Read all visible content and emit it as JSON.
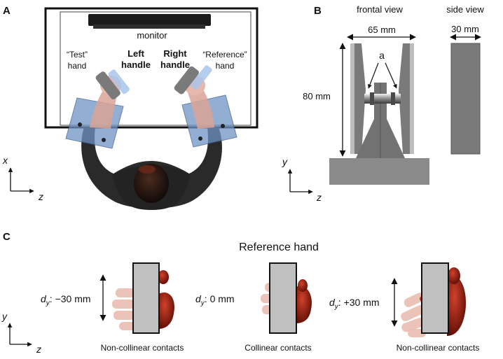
{
  "panels": {
    "a": {
      "letter": "A",
      "monitor_label": "monitor",
      "test_hand_line1": "“Test”",
      "test_hand_line2": "hand",
      "left_handle_line1": "Left",
      "left_handle_line2": "handle",
      "right_handle_line1": "Right",
      "right_handle_line2": "handle",
      "reference_hand_line1": "“Reference”",
      "reference_hand_line2": "hand",
      "axis_vertical": "x",
      "axis_horizontal": "z"
    },
    "b": {
      "letter": "B",
      "frontal_view_label": "frontal view",
      "side_view_label": "side view",
      "width_label": "65 mm",
      "depth_label": "30 mm",
      "height_label": "80 mm",
      "part_label": "a",
      "axis_vertical": "y",
      "axis_horizontal": "z"
    },
    "c": {
      "letter": "C",
      "title": "Reference hand",
      "configs": [
        {
          "offset_symbol": "d",
          "offset_subscript": "y",
          "offset_value": ": −30 mm",
          "caption": "Non-collinear contacts"
        },
        {
          "offset_symbol": "d",
          "offset_subscript": "y",
          "offset_value": ": 0 mm",
          "caption": "Collinear contacts"
        },
        {
          "offset_symbol": "d",
          "offset_subscript": "y",
          "offset_value": ": +30 mm",
          "caption": "Non-collinear contacts"
        }
      ],
      "axis_vertical": "y",
      "axis_horizontal": "z"
    }
  },
  "colors": {
    "frame": "#111111",
    "monitor": "#1a1a1a",
    "handle_gray": "#7a7a7a",
    "base_gray": "#8a8a8a",
    "device_light": "#bdbdbd",
    "skin": "#e8b8ad",
    "hand_red": "#8b1a0e",
    "arm_plate": "#8eaed3",
    "torso": "#2a2a2a",
    "wood": "#8c3a1c"
  }
}
